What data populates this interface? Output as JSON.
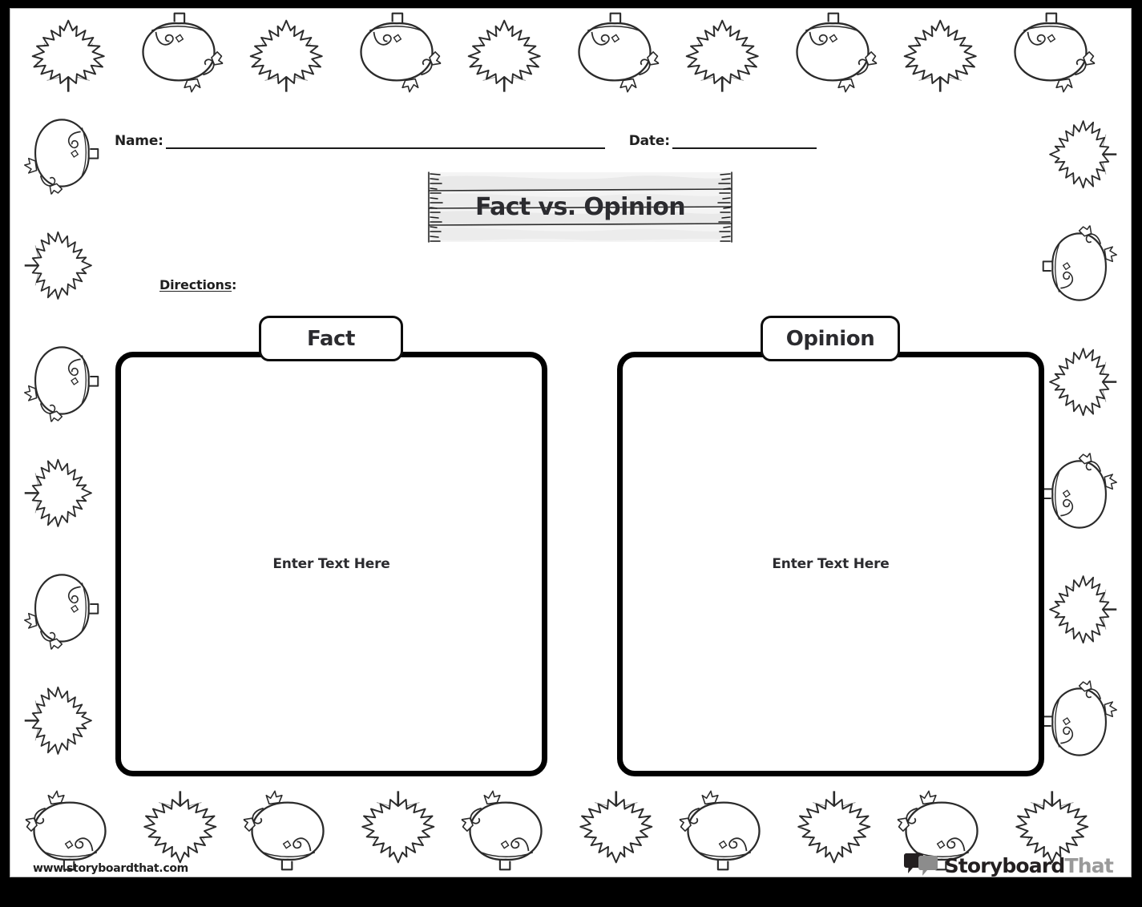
{
  "worksheet": {
    "title": "Fact vs. Opinion",
    "name_label": "Name:",
    "date_label": "Date:",
    "directions_label": "Directions",
    "directions_colon": ":",
    "directions_text": ""
  },
  "columns": [
    {
      "tab_label": "Fact",
      "placeholder": "Enter Text Here",
      "value": ""
    },
    {
      "tab_label": "Opinion",
      "placeholder": "Enter Text Here",
      "value": ""
    }
  ],
  "footer": {
    "url": "www.storyboardthat.com",
    "brand_primary": "Storyboard",
    "brand_secondary": "That"
  },
  "colors": {
    "page_background": "#ffffff",
    "frame": "#000000",
    "ink": "#1f1f1f",
    "box_border": "#000000",
    "brand_dark": "#231f20",
    "brand_grey": "#9a9a9a",
    "sign_wood": "#f2f2f2"
  },
  "decorations": {
    "icons": [
      "maple-leaf-icon",
      "pumpkin-icon"
    ],
    "top_row": [
      "maple-leaf-icon",
      "pumpkin-icon",
      "maple-leaf-icon",
      "pumpkin-icon",
      "maple-leaf-icon",
      "pumpkin-icon",
      "maple-leaf-icon",
      "pumpkin-icon",
      "maple-leaf-icon",
      "pumpkin-icon"
    ],
    "bottom_row": [
      "pumpkin-icon",
      "maple-leaf-icon",
      "pumpkin-icon",
      "maple-leaf-icon",
      "pumpkin-icon",
      "maple-leaf-icon",
      "pumpkin-icon",
      "maple-leaf-icon",
      "pumpkin-icon",
      "maple-leaf-icon"
    ],
    "left_col": [
      "pumpkin-icon",
      "maple-leaf-icon",
      "pumpkin-icon",
      "maple-leaf-icon",
      "pumpkin-icon",
      "maple-leaf-icon"
    ],
    "right_col": [
      "maple-leaf-icon",
      "pumpkin-icon",
      "maple-leaf-icon",
      "pumpkin-icon",
      "maple-leaf-icon",
      "pumpkin-icon"
    ]
  }
}
